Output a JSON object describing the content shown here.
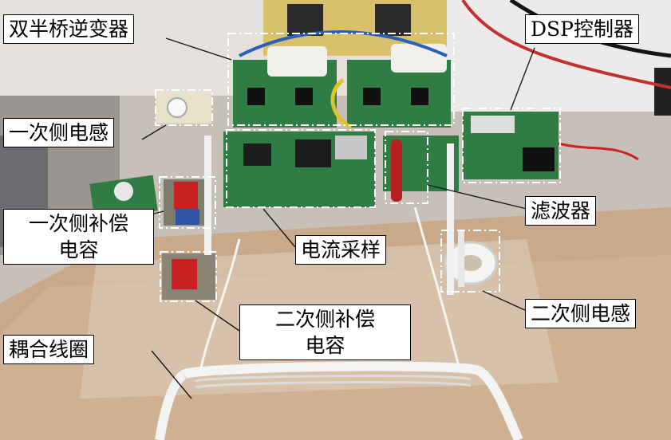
{
  "labels": {
    "inverter": "双半桥逆变器",
    "dsp": "DSP控制器",
    "primary_inductor": "一次侧电感",
    "filter": "滤波器",
    "primary_cap_line1": "一次侧补偿",
    "primary_cap_line2": "电容",
    "current_sampling": "电流采样",
    "secondary_inductor": "二次侧电感",
    "secondary_cap_line1": "二次侧补偿",
    "secondary_cap_line2": "电容",
    "coil": "耦合线圈"
  },
  "colors": {
    "label_bg": "#ffffff",
    "label_border": "#000000",
    "highlight_box": "#ffffff",
    "pcb_green": "#2f7d45",
    "table_wood": "#c9a98a"
  }
}
